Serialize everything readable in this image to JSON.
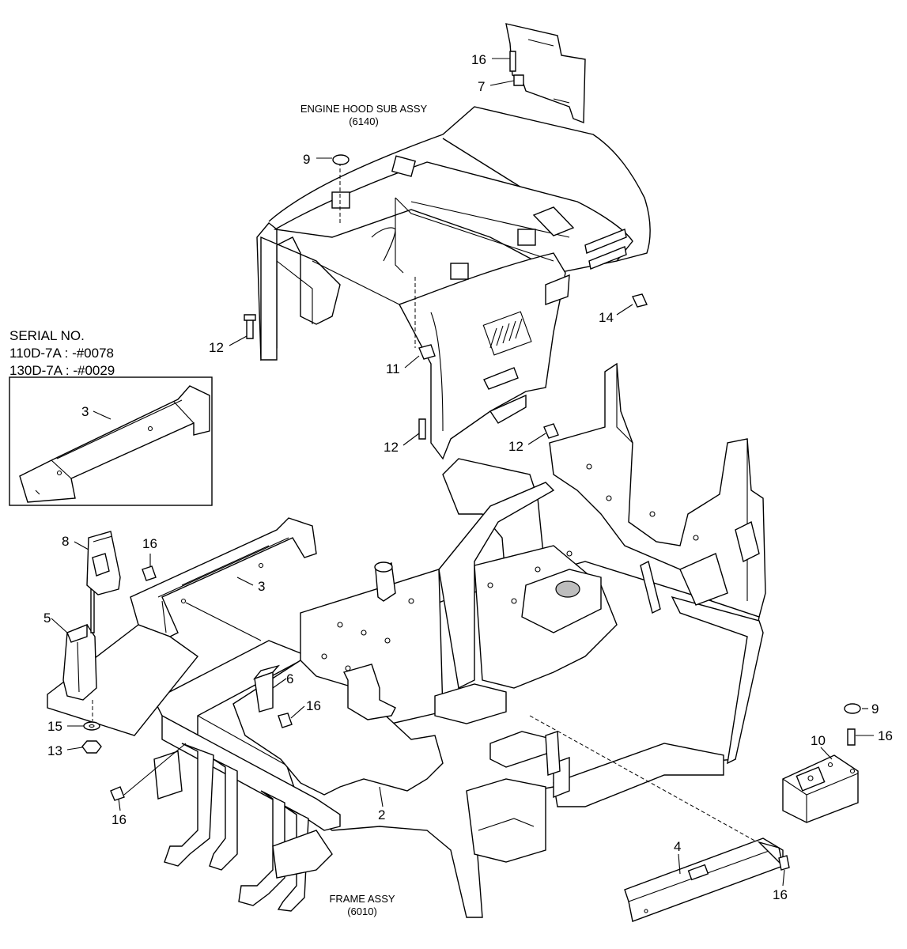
{
  "captions": {
    "engine_hood": "ENGINE HOOD SUB ASSY",
    "engine_hood_code": "(6140)",
    "frame": "FRAME ASSY",
    "frame_code": "(6010)"
  },
  "serial_note": {
    "title": "SERIAL NO.",
    "line1": "110D-7A : -#0078",
    "line2": "130D-7A : -#0029"
  },
  "callouts": {
    "c16_top": "16",
    "c7": "7",
    "c9_top": "9",
    "c12_left": "12",
    "c14": "14",
    "c11": "11",
    "c12_mid": "12",
    "c12_right": "12",
    "c3_inset": "3",
    "c8": "8",
    "c16_left": "16",
    "c3": "3",
    "c5": "5",
    "c6": "6",
    "c16_mid": "16",
    "c15": "15",
    "c13": "13",
    "c16_bottom_left": "16",
    "c2": "2",
    "c9_right": "9",
    "c16_right": "16",
    "c10": "10",
    "c4": "4",
    "c16_bottom_right": "16"
  }
}
